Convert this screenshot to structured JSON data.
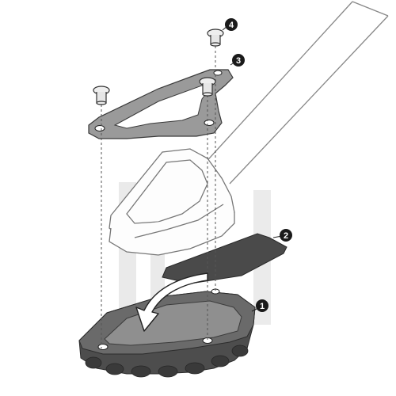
{
  "colors": {
    "plate_gray": "#9a9a9a",
    "plate_dark": "#555555",
    "base_dark": "#4a4a4a",
    "pad_dark": "#3d3d3d",
    "outline": "#6a6a6a",
    "badge": "#1a1a1a",
    "arrow_fill": "#ffffff"
  },
  "icons": {
    "screw": "screw-icon",
    "badge": "number-badge-icon",
    "arrow": "curved-arrow-icon"
  },
  "callouts": [
    {
      "part": "base-foot",
      "label": "1"
    },
    {
      "part": "rubber-pad",
      "label": "2"
    },
    {
      "part": "bracket-plate",
      "label": "3"
    },
    {
      "part": "screw",
      "label": "4"
    }
  ]
}
